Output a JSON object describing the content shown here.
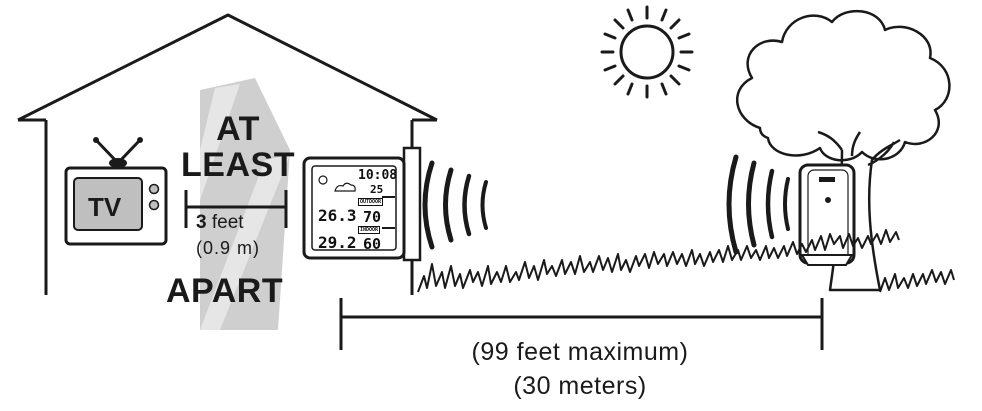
{
  "tv_label": "TV",
  "at_label": "AT",
  "least_label": "LEAST",
  "apart_label": "APART",
  "min_distance": {
    "value": "3",
    "unit": "feet",
    "metric": "(0.9 m)"
  },
  "max_range": {
    "feet": "(99 feet maximum)",
    "meters": "(30 meters)"
  },
  "display": {
    "time": "10:08",
    "date": "25",
    "outdoor_tag": "OUTDOOR",
    "indoor_tag": "INDOOR",
    "outdoor_temp": "26.3",
    "outdoor_hum": "70",
    "indoor_temp": "29.2",
    "indoor_hum": "60"
  }
}
